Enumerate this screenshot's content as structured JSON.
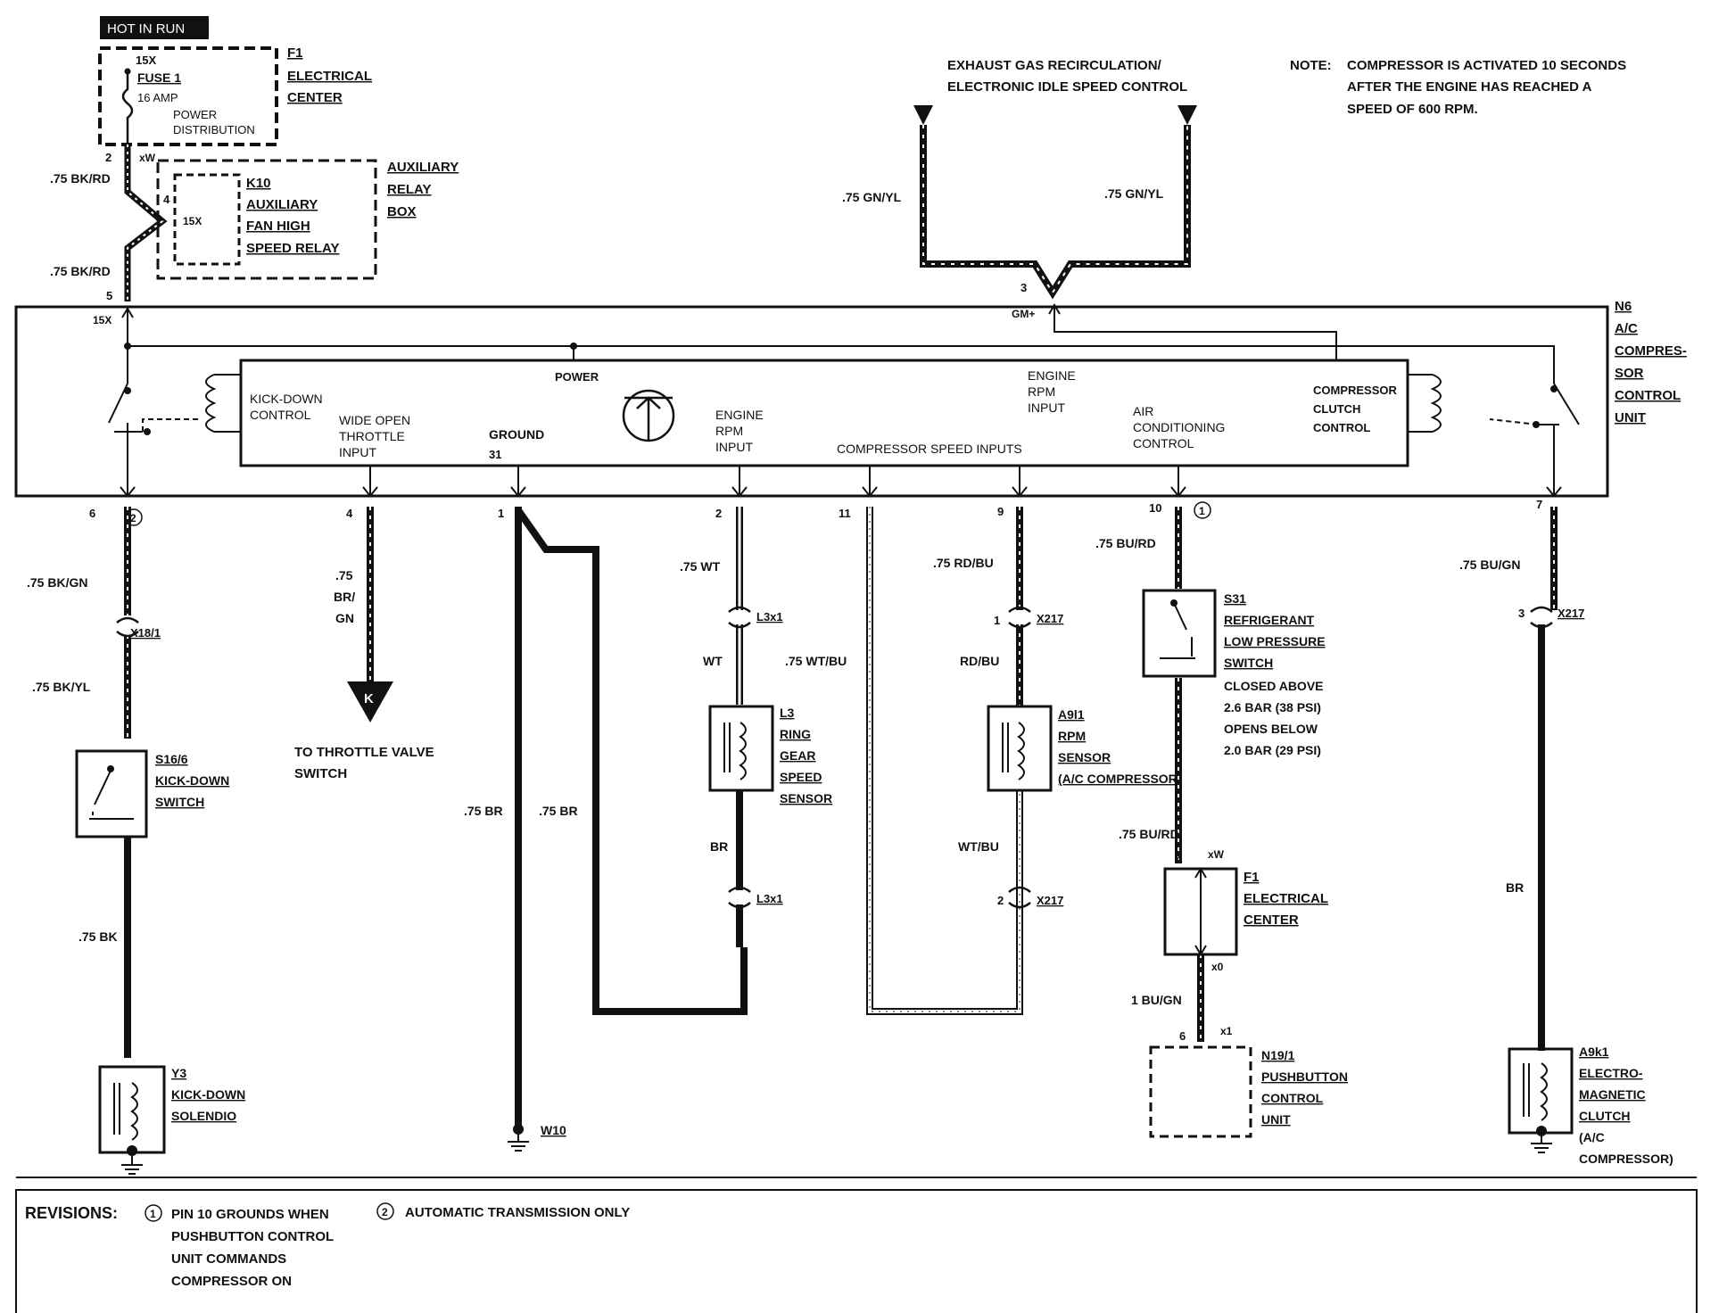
{
  "hot_in_run": "HOT IN RUN",
  "note": [
    "NOTE:",
    "COMPRESSOR IS ACTIVATED 10 SECONDS",
    "AFTER THE ENGINE HAS REACHED A",
    "SPEED OF 600 RPM."
  ],
  "egr_label": [
    "EXHAUST GAS RECIRCULATION/",
    "ELECTRONIC IDLE SPEED CONTROL"
  ],
  "f1_top": {
    "id": "F1",
    "name": [
      "ELECTRICAL",
      "CENTER"
    ],
    "terminal": "15X",
    "fuse": "FUSE 1",
    "amp": "16 AMP",
    "dist": [
      "POWER",
      "DISTRIBUTION"
    ],
    "pin_out": "2",
    "xw": "xW"
  },
  "k10": {
    "id": "K10",
    "name": [
      "AUXILIARY",
      "FAN HIGH",
      "SPEED RELAY"
    ],
    "box": [
      "AUXILIARY",
      "RELAY",
      "BOX"
    ],
    "pin": "4",
    "terminal": "15X"
  },
  "n6": {
    "id": "N6",
    "name": [
      "A/C",
      "COMPRES-",
      "SOR",
      "CONTROL",
      "UNIT"
    ],
    "pin5": "5",
    "t15x": "15X",
    "pin3": "3",
    "gm": "GM+",
    "power": "POWER",
    "kickdown": [
      "KICK-DOWN",
      "CONTROL"
    ],
    "wot": [
      "WIDE OPEN",
      "THROTTLE",
      "INPUT"
    ],
    "ground": "GROUND",
    "ground31": "31",
    "engine_rpm": [
      "ENGINE",
      "RPM",
      "INPUT"
    ],
    "engine_rpm_top": [
      "ENGINE",
      "RPM",
      "INPUT"
    ],
    "comp_speed": "COMPRESSOR SPEED INPUTS",
    "ac_control": [
      "AIR",
      "CONDITIONING",
      "CONTROL"
    ],
    "clutch_control": [
      "COMPRESSOR",
      "CLUTCH",
      "CONTROL"
    ]
  },
  "wires": {
    "bk_rd_1": ".75 BK/RD",
    "bk_rd_2": ".75 BK/RD",
    "gn_yl_1": ".75 GN/YL",
    "gn_yl_2": ".75 GN/YL",
    "bk_gn": ".75 BK/GN",
    "bk_yl": ".75 BK/YL",
    "bk": ".75 BK",
    "br_gn": [
      ".75",
      "BR/",
      "GN"
    ],
    "br_1": ".75 BR",
    "br_2": ".75 BR",
    "wt": ".75 WT",
    "wt2": "WT",
    "br3": "BR",
    "wt_bu": ".75 WT/BU",
    "rd_bu": ".75 RD/BU",
    "rd_bu2": "RD/BU",
    "wt_bu2": "WT/BU",
    "bu_rd": ".75 BU/RD",
    "bu_rd2": ".75 BU/RD",
    "bu_gn": "1 BU/GN",
    "bu_gn2": ".75 BU/GN",
    "br4": "BR"
  },
  "pins": {
    "p6": "6",
    "p4": "4",
    "p1": "1",
    "p2": "2",
    "p11": "11",
    "p9": "9",
    "p10": "10",
    "p7": "7",
    "x217_1": "1",
    "x217_2": "2",
    "x217_3": "3",
    "f1_4": "4",
    "n19_6": "6"
  },
  "connectors": {
    "x18": "X18/1",
    "l3x1_a": "L3x1",
    "l3x1_b": "L3x1",
    "x217_a": "X217",
    "x217_b": "X217",
    "x217_c": "X217",
    "xw": "xW",
    "x0": "x0",
    "x1": "x1"
  },
  "components": {
    "s16": {
      "id": "S16/6",
      "name": [
        "KICK-DOWN",
        "SWITCH"
      ]
    },
    "y3": {
      "id": "Y3",
      "name": [
        "KICK-DOWN",
        "SOLENDIO"
      ]
    },
    "k_marker": "K",
    "throttle": [
      "TO THROTTLE VALVE",
      "SWITCH"
    ],
    "w10": "W10",
    "l3": {
      "id": "L3",
      "name": [
        "RING",
        "GEAR",
        "SPEED",
        "SENSOR"
      ]
    },
    "a9l1": {
      "id": "A9l1",
      "name": [
        "RPM",
        "SENSOR",
        "(A/C COMPRESSOR)"
      ]
    },
    "s31": {
      "id": "S31",
      "name": [
        "REFRIGERANT",
        "LOW PRESSURE",
        "SWITCH"
      ],
      "notes": [
        "CLOSED ABOVE",
        "2.6 BAR (38 PSI)",
        "OPENS BELOW",
        "2.0 BAR (29 PSI)"
      ]
    },
    "f1_low": {
      "id": "F1",
      "name": [
        "ELECTRICAL",
        "CENTER"
      ]
    },
    "n19": {
      "id": "N19/1",
      "name": [
        "PUSHBUTTON",
        "CONTROL",
        "UNIT"
      ]
    },
    "a9k1": {
      "id": "A9k1",
      "name": [
        "ELECTRO-",
        "MAGNETIC",
        "CLUTCH",
        "(A/C",
        "COMPRESSOR)"
      ]
    }
  },
  "circles": {
    "one": "1",
    "two": "2"
  },
  "revisions": {
    "label": "REVISIONS:",
    "r1": [
      "PIN 10 GROUNDS WHEN",
      "PUSHBUTTON CONTROL",
      "UNIT COMMANDS",
      "COMPRESSOR ON"
    ],
    "r2": "AUTOMATIC TRANSMISSION ONLY"
  }
}
